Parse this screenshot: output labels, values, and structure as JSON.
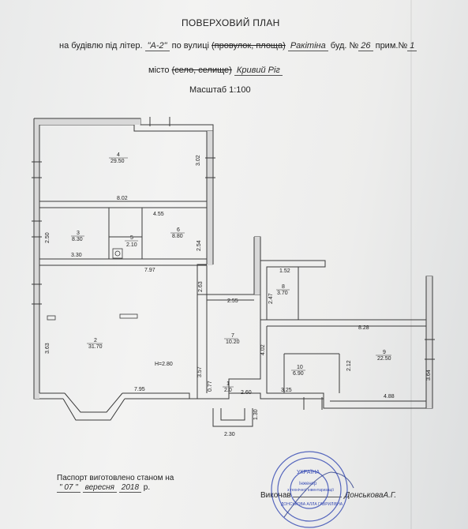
{
  "header": {
    "title": "ПОВЕРХОВИЙ ПЛАН",
    "building_prefix": "на будівлю під літер.",
    "building_letter": "\"А-2\"",
    "street_prefix": "по вулиці",
    "street_struck": "(провулок, площа)",
    "street_name": "Ракітіна",
    "bud_label": "буд. №",
    "bud_number": "26",
    "prim_label": "прим.№",
    "prim_number": "1",
    "city_label": "місто",
    "city_struck": "(село, селище)",
    "city_name": "Кривий Ріг",
    "scale": "Масштаб 1:100"
  },
  "rooms": [
    {
      "num": "4",
      "area": "29.50"
    },
    {
      "num": "3",
      "area": "8.30"
    },
    {
      "num": "5",
      "area": "2.10"
    },
    {
      "num": "6",
      "area": "8.80"
    },
    {
      "num": "2",
      "area": "31.70"
    },
    {
      "num": "7",
      "area": "10.20"
    },
    {
      "num": "8",
      "area": "3.70"
    },
    {
      "num": "9",
      "area": "22.50"
    },
    {
      "num": "10",
      "area": "6.90"
    },
    {
      "num": "1",
      "area": "2.0"
    }
  ],
  "dimensions": {
    "d_302": "3.02",
    "d_802": "8.02",
    "d_455": "4.55",
    "d_250": "2.50",
    "d_330": "3.30",
    "d_254": "2.54",
    "d_797": "7.97",
    "d_263": "2.63",
    "d_363": "3.63",
    "h_280": "H=2.80",
    "d_795": "7.95",
    "d_357": "3.57",
    "d_077": "0.77",
    "d_260": "2.60",
    "d_152": "1.52",
    "d_247": "2.47",
    "d_255": "2.55",
    "d_402": "4.02",
    "d_828": "8.28",
    "d_212": "2.12",
    "d_364": "3.64",
    "d_325": "3.25",
    "d_488": "4.88",
    "d_130": "1.30",
    "d_230": "2.30"
  },
  "footer": {
    "passport_line": "Паспорт виготовлено станом на",
    "day": "\" 07 \"",
    "month": "вересня",
    "year": "2018",
    "year_suffix": "р.",
    "executor_label": "Виконав",
    "executor_name": "ДонськоваА.Г.",
    "stamp_country": "УКРАЇНА",
    "stamp_text_1": "Інженер",
    "stamp_text_2": "з технічної інвентаризації",
    "stamp_name": "ДОНСЬКОВА АЛЛА ГАВРИЛІВНА"
  },
  "colors": {
    "wall": "#9a9a9a",
    "line": "#3a3a3a",
    "stamp": "#3b4fb5"
  }
}
